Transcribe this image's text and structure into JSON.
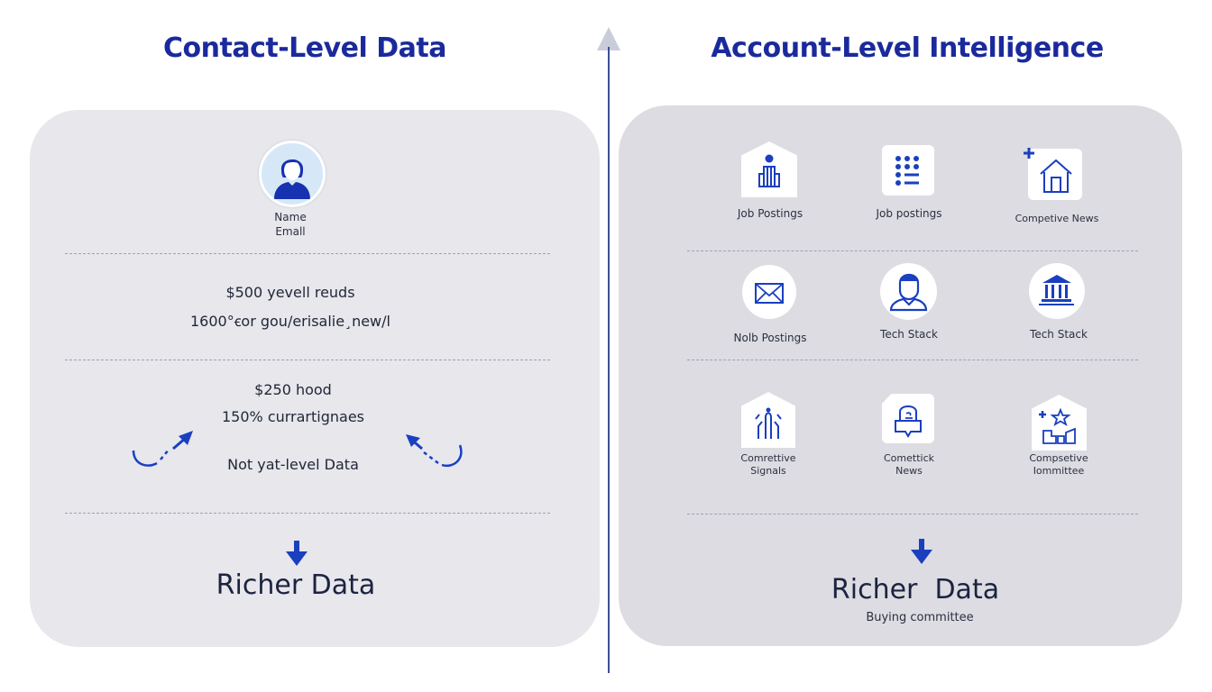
{
  "left": {
    "title": "Contact-Level Data",
    "profile": {
      "icon": "person-avatar-icon",
      "line1": "Name",
      "line2": "Emall"
    },
    "section2": {
      "line1": "$500 yevell reuds",
      "line2": "1600°ꞓor gou/erisalie¸new/l"
    },
    "section3": {
      "line1": "$250 hood",
      "line2": "150% currartignaes",
      "line3": "Not yat-level Data"
    },
    "footer": {
      "label": "Richer Data",
      "icon": "arrow-down-icon"
    }
  },
  "right": {
    "title": "Account-Level Intelligence",
    "rows": [
      [
        {
          "label": "Job Postings",
          "icon": "building-person-icon"
        },
        {
          "label": "Job postings",
          "icon": "list-grid-icon"
        },
        {
          "label": "Competive News",
          "icon": "house-plus-icon"
        }
      ],
      [
        {
          "label": "Nolb Postings",
          "icon": "envelope-icon"
        },
        {
          "label": "Tech Stack",
          "icon": "person-icon"
        },
        {
          "label": "Tech Stack",
          "icon": "bank-icon"
        }
      ],
      [
        {
          "label": "Comrettive",
          "label2": "Signals",
          "icon": "signal-tower-icon"
        },
        {
          "label": "Comettick",
          "label2": "News",
          "icon": "chat-lock-icon"
        },
        {
          "label": "Compsetive",
          "label2": "Iommittee",
          "icon": "star-chart-icon"
        }
      ]
    ],
    "footer": {
      "label": "Richer  Data",
      "sublabel": "Buying committee",
      "icon": "arrow-down-icon"
    }
  },
  "colors": {
    "accent": "#1a3fbf",
    "title": "#1a2a9c",
    "left_panel": "#e7e7ec",
    "right_panel": "#dcdce2",
    "divider": "#3e4f94"
  }
}
